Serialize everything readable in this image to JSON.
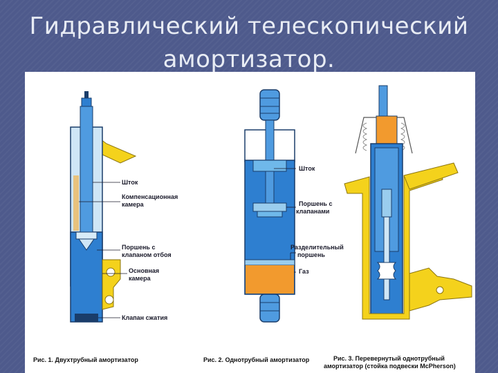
{
  "slide": {
    "title_line1": "Гидравлический телескопический",
    "title_line2": "амортизатор."
  },
  "figure1": {
    "labels": {
      "rod": "Шток",
      "comp_chamber_1": "Компенсационная",
      "comp_chamber_2": "камера",
      "piston_1": "Поршень с",
      "piston_2": "клапаном отбоя",
      "main_chamber_1": "Основная",
      "main_chamber_2": "камера",
      "valve": "Клапан сжатия"
    },
    "caption": "Рис. 1. Двухтрубный амортизатор"
  },
  "figure2": {
    "labels": {
      "rod": "Шток",
      "piston_1": "Поршень с",
      "piston_2": "клапанами",
      "separator_1": "Разделительный",
      "separator_2": "поршень",
      "gas": "Газ"
    },
    "caption": "Рис. 2. Однотрубный амортизатор"
  },
  "figure3": {
    "caption_1": "Рис. 3. Перевернутый однотрубный",
    "caption_2": "амортизатор (стойка подвески McPherson)"
  },
  "colors": {
    "title": "#e8ecf4",
    "background": "#4e5a8c",
    "oil": "#2e7fd0",
    "oil_light": "#6fb8ea",
    "gas": "#f29a2e",
    "bracket": "#f4d21c",
    "rod_dark": "#1a3d6a"
  }
}
